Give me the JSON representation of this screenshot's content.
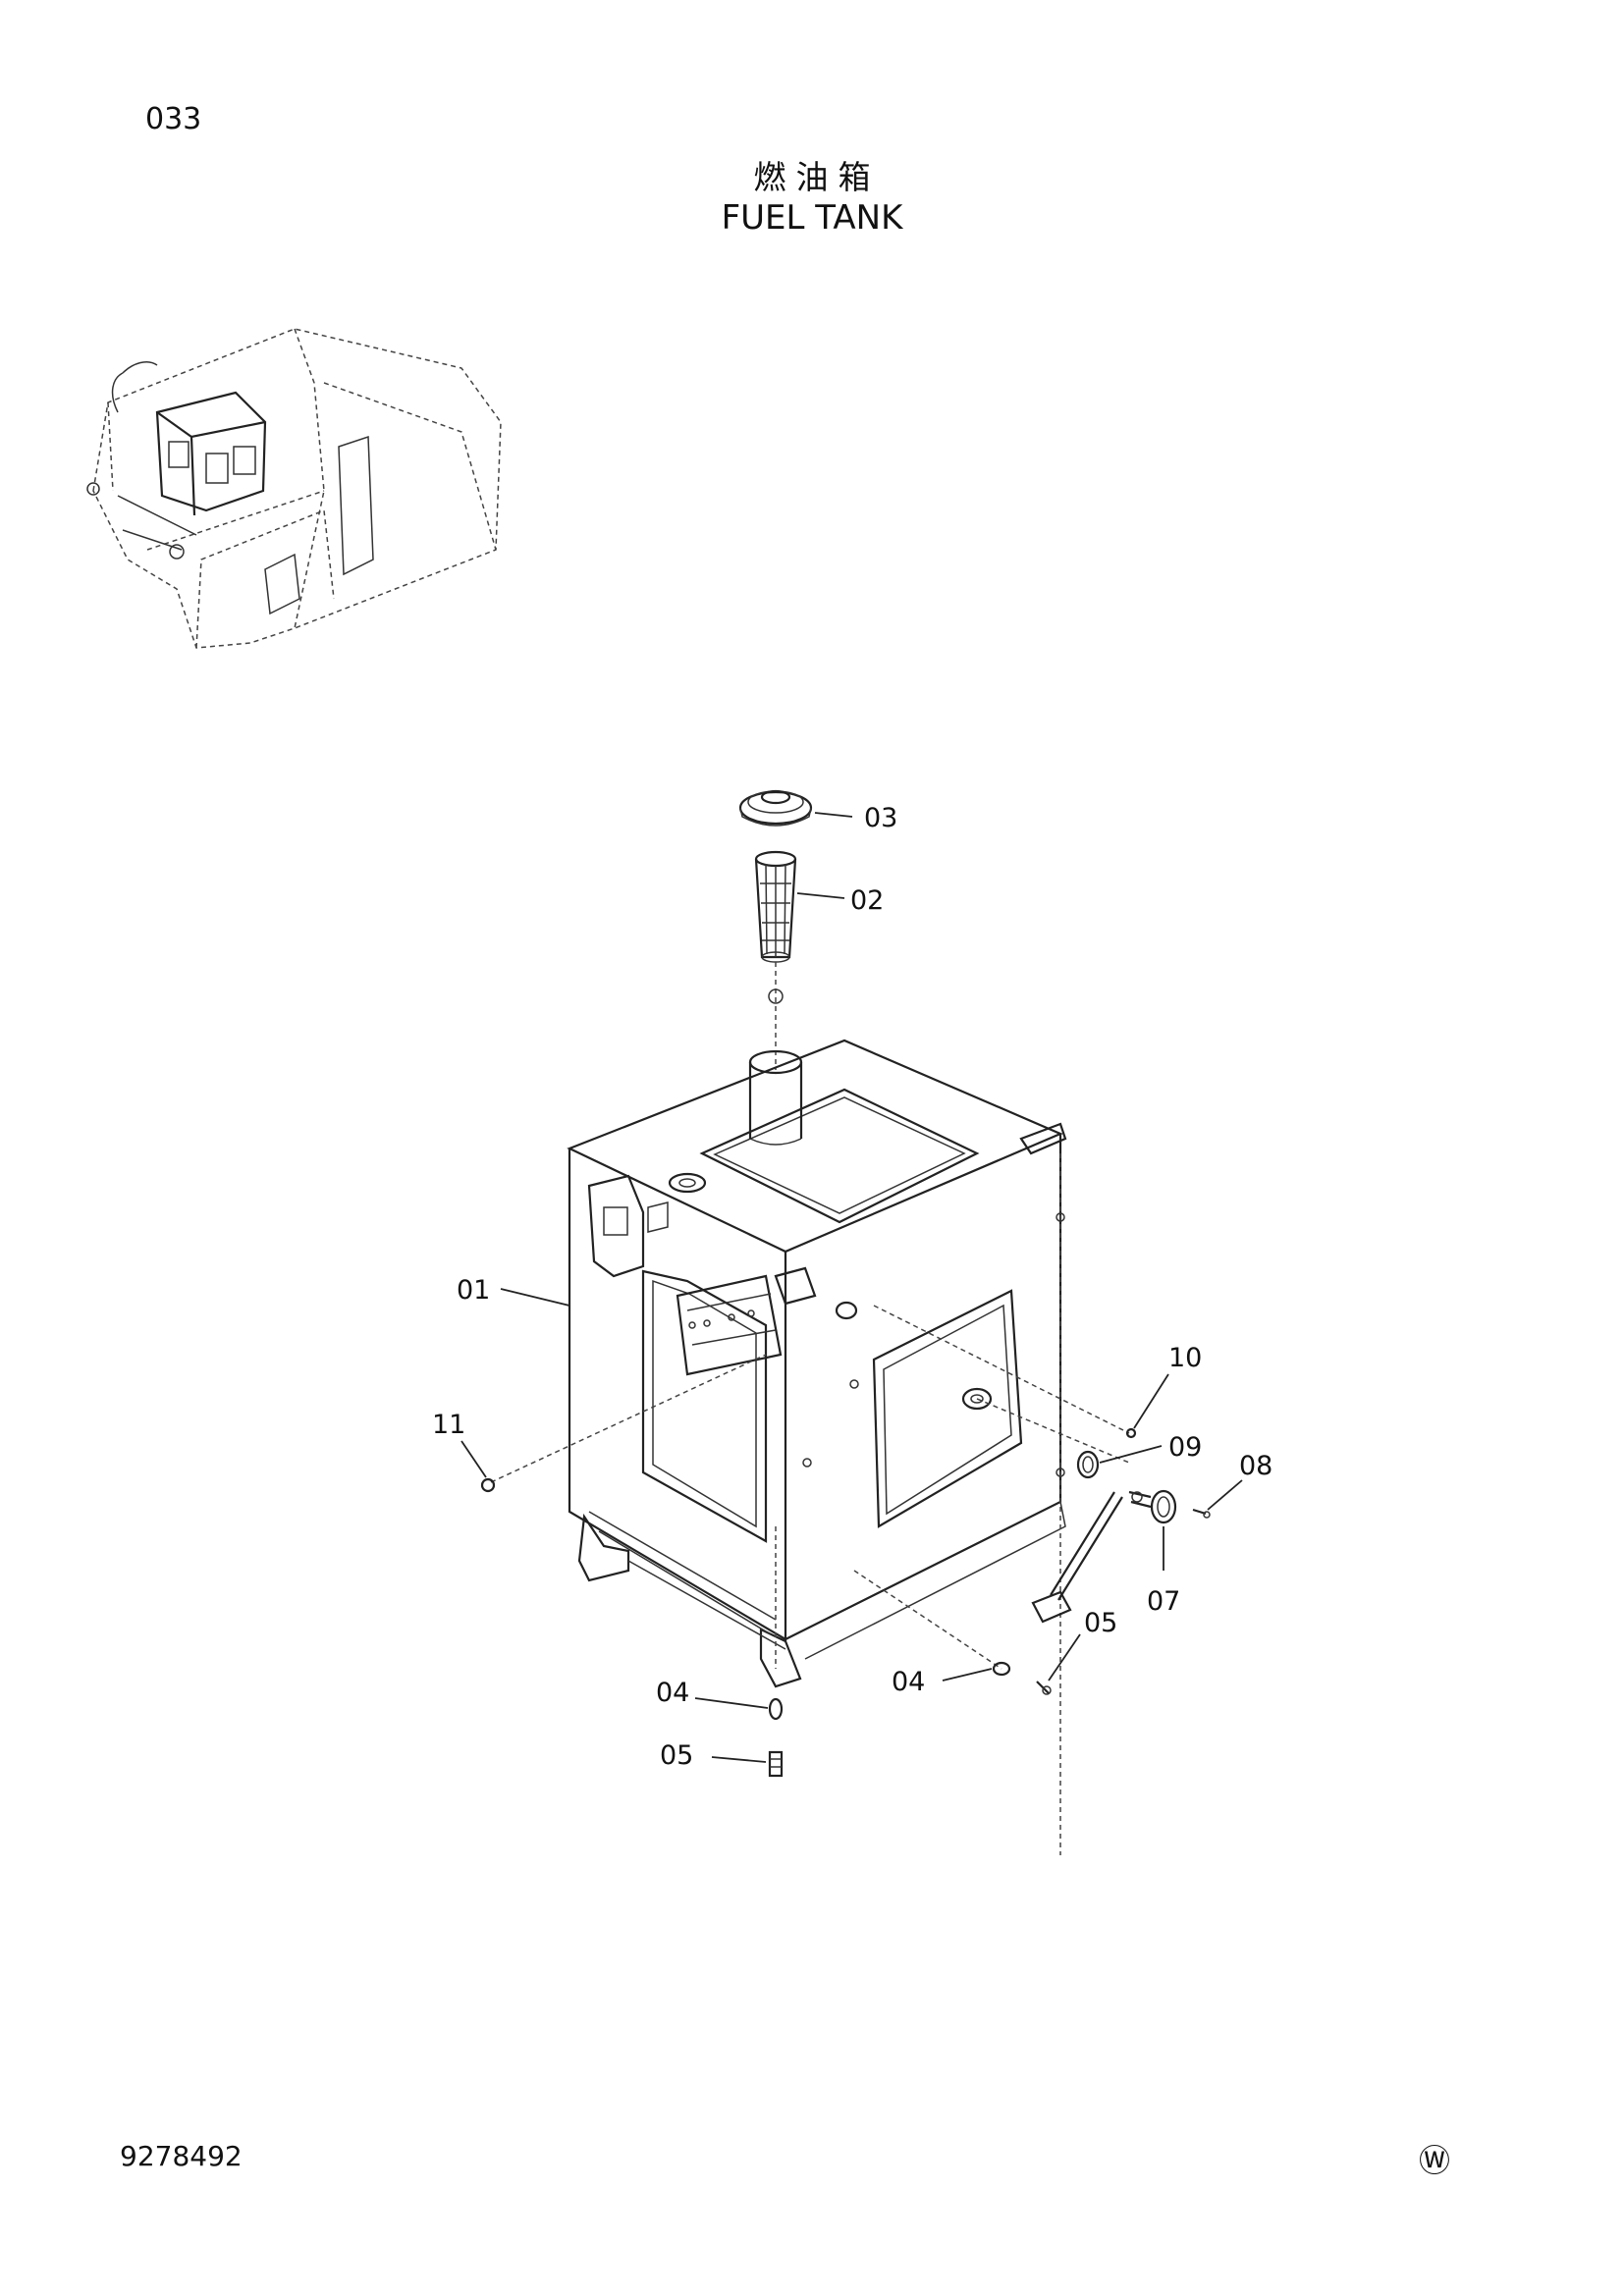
{
  "page_number": "033",
  "title_cn": "燃油箱",
  "title_en": "FUEL TANK",
  "doc_number": "9278492",
  "mark": "Ⓦ",
  "callouts": [
    {
      "id": "c01",
      "label": "01"
    },
    {
      "id": "c02",
      "label": "02"
    },
    {
      "id": "c03",
      "label": "03"
    },
    {
      "id": "c04a",
      "label": "04"
    },
    {
      "id": "c04b",
      "label": "04"
    },
    {
      "id": "c05a",
      "label": "05"
    },
    {
      "id": "c05b",
      "label": "05"
    },
    {
      "id": "c07",
      "label": "07"
    },
    {
      "id": "c08",
      "label": "08"
    },
    {
      "id": "c09",
      "label": "09"
    },
    {
      "id": "c10",
      "label": "10"
    },
    {
      "id": "c11",
      "label": "11"
    }
  ]
}
